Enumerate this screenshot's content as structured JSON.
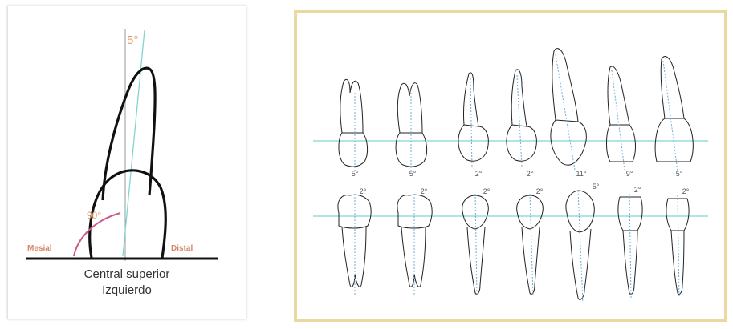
{
  "left_diagram": {
    "angle_top": "5°",
    "angle_mesial": "90°",
    "mesial_label": "Mesial",
    "distal_label": "Distal",
    "caption_line1": "Central superior",
    "caption_line2": "Izquierdo",
    "colors": {
      "angle_text": "#e0a070",
      "side_text": "#d4886a",
      "arc": "#cc5a8a",
      "axis_guide": "#7fd6cf",
      "outline": "#111111"
    }
  },
  "right_diagram": {
    "upper_angles": [
      "5°",
      "5°",
      "2°",
      "2°",
      "11°",
      "9°",
      "5°"
    ],
    "lower_angles": [
      "2°",
      "2°",
      "2°",
      "2°",
      "5°",
      "2°",
      "2°"
    ],
    "colors": {
      "frame": "#e9d9a0",
      "reference_line": "#7fd6cf",
      "axis_line": "#6aaed6"
    }
  }
}
